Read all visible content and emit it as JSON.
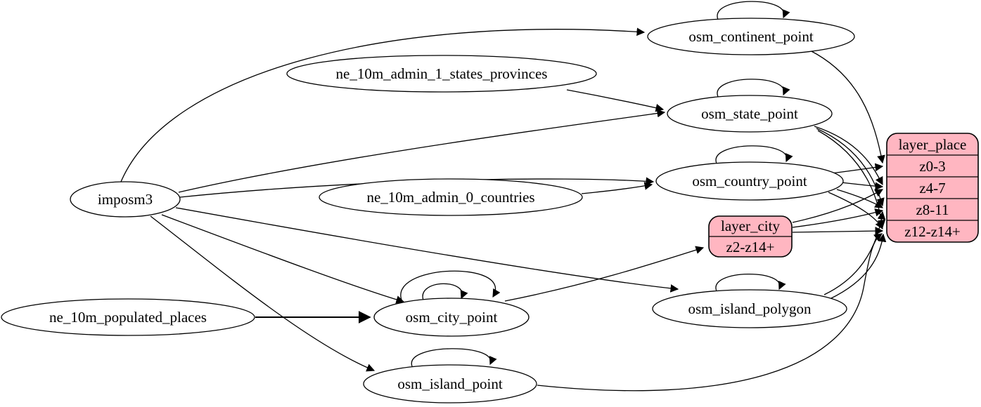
{
  "diagram": {
    "type": "etl-graph",
    "background": "#ffffff",
    "edge_color": "#000000",
    "node_fill": "#ffffff",
    "record_fill": "#ffb6c1",
    "nodes": {
      "imposm3": "imposm3",
      "ne_10m_admin_1_states_provinces": "ne_10m_admin_1_states_provinces",
      "ne_10m_admin_0_countries": "ne_10m_admin_0_countries",
      "ne_10m_populated_places": "ne_10m_populated_places",
      "osm_continent_point": "osm_continent_point",
      "osm_state_point": "osm_state_point",
      "osm_country_point": "osm_country_point",
      "osm_city_point": "osm_city_point",
      "osm_island_polygon": "osm_island_polygon",
      "osm_island_point": "osm_island_point"
    },
    "records": {
      "layer_place": {
        "title": "layer_place",
        "rows": [
          "z0-3",
          "z4-7",
          "z8-11",
          "z12-z14+"
        ]
      },
      "layer_city": {
        "title": "layer_city",
        "rows": [
          "z2-z14+"
        ]
      }
    },
    "edges": [
      {
        "from": "imposm3",
        "to": "osm_continent_point"
      },
      {
        "from": "imposm3",
        "to": "osm_state_point"
      },
      {
        "from": "imposm3",
        "to": "osm_country_point"
      },
      {
        "from": "imposm3",
        "to": "osm_city_point"
      },
      {
        "from": "imposm3",
        "to": "osm_island_polygon"
      },
      {
        "from": "imposm3",
        "to": "osm_island_point"
      },
      {
        "from": "ne_10m_admin_1_states_provinces",
        "to": "osm_state_point"
      },
      {
        "from": "ne_10m_admin_0_countries",
        "to": "osm_country_point"
      },
      {
        "from": "ne_10m_populated_places",
        "to": "osm_city_point"
      },
      {
        "from": "osm_continent_point",
        "to": "osm_continent_point"
      },
      {
        "from": "osm_state_point",
        "to": "osm_state_point"
      },
      {
        "from": "osm_country_point",
        "to": "osm_country_point"
      },
      {
        "from": "osm_city_point",
        "to": "osm_city_point"
      },
      {
        "from": "osm_city_point",
        "to": "osm_city_point"
      },
      {
        "from": "osm_island_polygon",
        "to": "osm_island_polygon"
      },
      {
        "from": "osm_island_point",
        "to": "osm_island_point"
      },
      {
        "from": "osm_continent_point",
        "to": "layer_place:z0-3"
      },
      {
        "from": "osm_country_point",
        "to": "layer_place:z0-3"
      },
      {
        "from": "osm_state_point",
        "to": "layer_place:z4-7"
      },
      {
        "from": "osm_country_point",
        "to": "layer_place:z4-7"
      },
      {
        "from": "layer_city",
        "to": "layer_place:z4-7"
      },
      {
        "from": "osm_state_point",
        "to": "layer_place:z8-11"
      },
      {
        "from": "osm_country_point",
        "to": "layer_place:z8-11"
      },
      {
        "from": "layer_city",
        "to": "layer_place:z8-11"
      },
      {
        "from": "osm_island_polygon",
        "to": "layer_place:z8-11"
      },
      {
        "from": "osm_state_point",
        "to": "layer_place:z12-z14+"
      },
      {
        "from": "osm_country_point",
        "to": "layer_place:z12-z14+"
      },
      {
        "from": "layer_city",
        "to": "layer_place:z12-z14+"
      },
      {
        "from": "osm_island_polygon",
        "to": "layer_place:z12-z14+"
      },
      {
        "from": "osm_island_point",
        "to": "layer_place:z12-z14+"
      },
      {
        "from": "osm_city_point",
        "to": "layer_city:z2-z14+"
      }
    ]
  }
}
